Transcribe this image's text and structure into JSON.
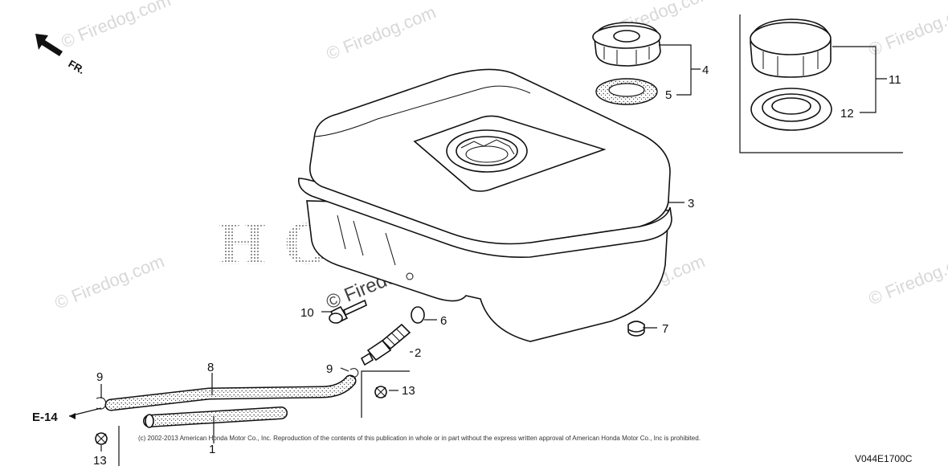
{
  "direction_label": "FR.",
  "reference_label": "E-14",
  "copyright_notice": "(c) 2002-2013 American Honda Motor Co., Inc. Reproduction of the contents of this publication in whole or in part without the express written approval of American Honda Motor Co., Inc is prohibited.",
  "diagram_code": "V044E1700C",
  "watermark_text": "© Firedog.com",
  "brand_background_text": "HONDA",
  "callouts": {
    "c1": "1",
    "c2": "2",
    "c3": "3",
    "c4": "4",
    "c5": "5",
    "c6": "6",
    "c7": "7",
    "c8": "8",
    "c9a": "9",
    "c9b": "9",
    "c10": "10",
    "c11": "11",
    "c12": "12",
    "c13a": "13",
    "c13b": "13"
  }
}
